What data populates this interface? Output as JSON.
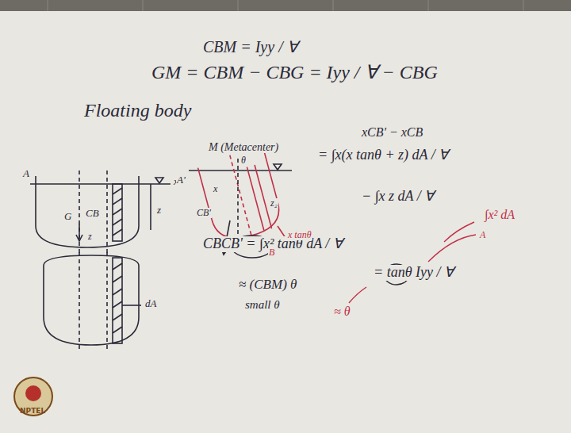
{
  "diagram": {
    "labels": [
      "CBM = Iyy / ∀",
      "GM = CBM − CBG = Iyy / ∀ − CBG",
      "Floating body",
      "xCB' − xCB",
      "= ∫x(x tanθ + z) dA / ∀",
      "− ∫x z dA / ∀",
      "CBCB' = ∫x² tanθ dA / ∀",
      "= tanθ Iyy / ∀",
      "≈ (CBM) θ",
      "small θ",
      "≈ θ",
      "∫x² dA",
      "M (Metacenter)",
      "A",
      "x",
      "z",
      "G",
      "CB",
      "z",
      "dA",
      "A'",
      "θ",
      "CB'",
      "B",
      "z₂",
      "x tanθ",
      "x",
      "NPTEL",
      "A"
    ]
  }
}
